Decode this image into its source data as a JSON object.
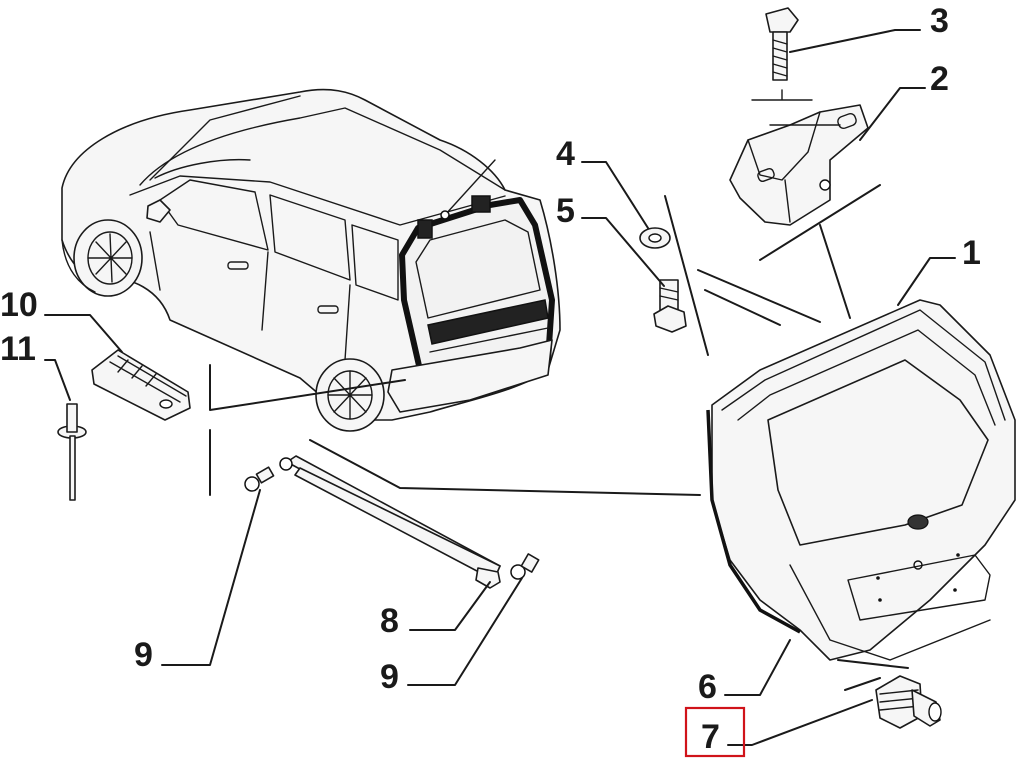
{
  "callouts": [
    {
      "id": "c1",
      "label": "1"
    },
    {
      "id": "c2",
      "label": "2"
    },
    {
      "id": "c3",
      "label": "3"
    },
    {
      "id": "c4",
      "label": "4"
    },
    {
      "id": "c5",
      "label": "5"
    },
    {
      "id": "c6",
      "label": "6"
    },
    {
      "id": "c7",
      "label": "7"
    },
    {
      "id": "c8",
      "label": "8"
    },
    {
      "id": "c9a",
      "label": "9"
    },
    {
      "id": "c9b",
      "label": "9"
    },
    {
      "id": "c10",
      "label": "10"
    },
    {
      "id": "c11",
      "label": "11"
    }
  ],
  "highlighted_callout": "7",
  "colors": {
    "line": "#1a1a1a",
    "highlight": "#d0131a",
    "background": "#ffffff"
  },
  "parts": {
    "car": "hatchback-vehicle-icon",
    "tailgate": "tailgate-panel-icon",
    "hinge": "hinge-bracket-icon",
    "bolt": "bolt-icon",
    "washer": "washer-icon",
    "gas_strut": "gas-strut-icon",
    "ball_stud": "ball-stud-icon",
    "buffer": "rubber-buffer-icon",
    "rivet": "rivet-icon",
    "seal": "tailgate-seal-icon",
    "bump_stop": "bump-stop-icon"
  }
}
